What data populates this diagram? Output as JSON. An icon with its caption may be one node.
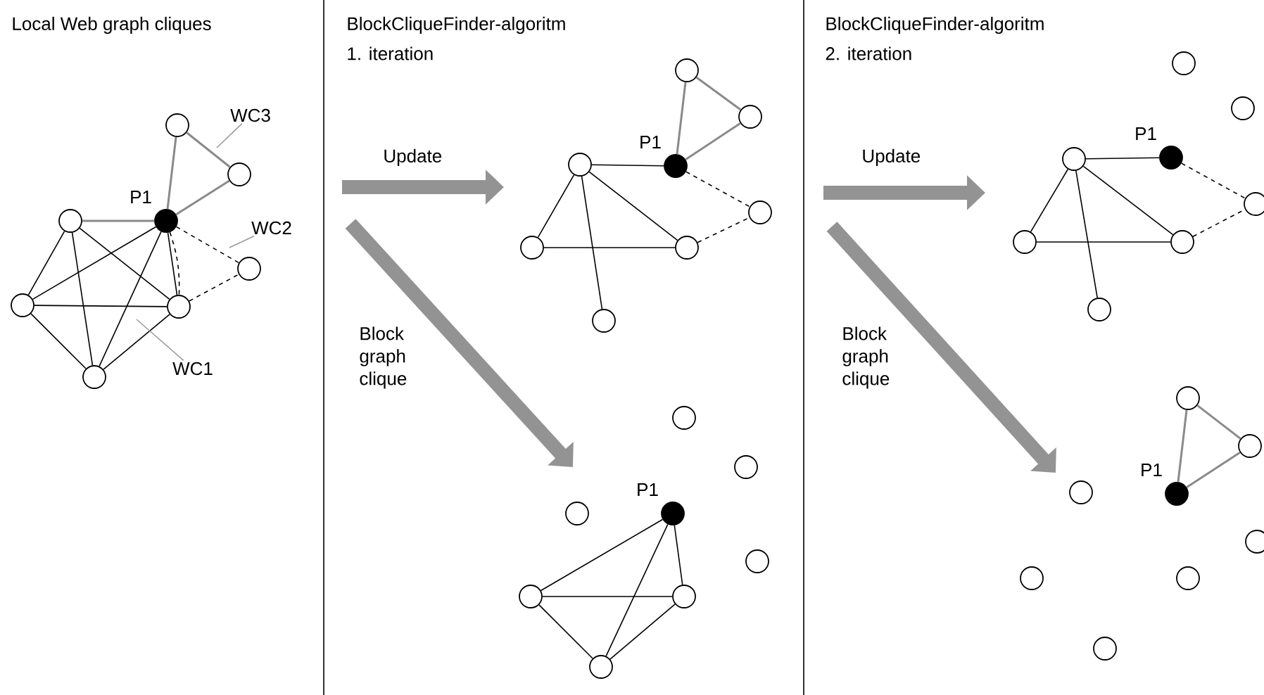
{
  "diagram": {
    "nodes": [
      {
        "text": [],
        "shape": "circle"
      },
      {
        "text": [],
        "shape": "circle"
      },
      {
        "text": [],
        "shape": "dot",
        "beside": [
          "P1"
        ]
      },
      {
        "text": [],
        "shape": "circle"
      },
      {
        "text": [],
        "shape": "circle"
      },
      {
        "text": [],
        "shape": "circle"
      },
      {
        "text": [],
        "shape": "circle"
      },
      {
        "text": [],
        "shape": "circle"
      },
      {
        "text": [
          "WC3"
        ]
      },
      {
        "text": [
          "WC2"
        ]
      },
      {
        "text": [
          "WC1"
        ]
      },
      {
        "text": [],
        "shape": "circle"
      },
      {
        "text": [],
        "shape": "circle"
      },
      {
        "text": [],
        "shape": "dot",
        "beside": [
          "P1"
        ]
      },
      {
        "text": [],
        "shape": "circle"
      },
      {
        "text": [],
        "shape": "circle"
      },
      {
        "text": [],
        "shape": "circle"
      },
      {
        "text": [],
        "shape": "circle"
      },
      {
        "text": [],
        "shape": "circle"
      },
      {
        "text": [],
        "shape": "circle"
      },
      {
        "text": [],
        "shape": "circle"
      },
      {
        "text": [],
        "shape": "circle"
      },
      {
        "text": [],
        "shape": "dot",
        "beside": [
          "P1"
        ]
      },
      {
        "text": [],
        "shape": "circle"
      },
      {
        "text": [],
        "shape": "circle"
      },
      {
        "text": [],
        "shape": "circle"
      },
      {
        "text": [],
        "shape": "circle"
      },
      {
        "text": [],
        "shape": "circle"
      },
      {
        "text": [],
        "shape": "circle"
      },
      {
        "text": [],
        "shape": "dot",
        "beside": [
          "P1"
        ]
      },
      {
        "text": [],
        "shape": "circle"
      },
      {
        "text": [],
        "shape": "circle"
      },
      {
        "text": [],
        "shape": "circle"
      },
      {
        "text": [],
        "shape": "circle"
      },
      {
        "text": [],
        "shape": "circle"
      },
      {
        "text": [],
        "shape": "circle"
      },
      {
        "text": [],
        "shape": "circle"
      },
      {
        "text": [],
        "shape": "dot",
        "beside": [
          "P1"
        ]
      },
      {
        "text": [],
        "shape": "circle"
      },
      {
        "text": [],
        "shape": "circle"
      },
      {
        "text": [],
        "shape": "circle"
      },
      {
        "text": [],
        "shape": "circle"
      },
      {
        "text": [],
        "shape": "circle"
      }
    ],
    "edges": [
      {
        "from": 0,
        "to": 1,
        "arrow": "none",
        "color": "#8a8a8a"
      },
      {
        "from": 0,
        "to": 2,
        "arrow": "none",
        "color": "#8a8a8a"
      },
      {
        "from": 1,
        "to": 2,
        "arrow": "none",
        "color": "#8a8a8a"
      },
      {
        "from": 3,
        "to": 2,
        "arrow": "none",
        "color": "#8a8a8a"
      },
      {
        "from": 3,
        "to": 5,
        "arrow": "none"
      },
      {
        "from": 3,
        "to": 7,
        "arrow": "none"
      },
      {
        "from": 3,
        "to": 6,
        "arrow": "none"
      },
      {
        "from": 5,
        "to": 6,
        "arrow": "none"
      },
      {
        "from": 5,
        "to": 2,
        "arrow": "none"
      },
      {
        "from": 5,
        "to": 7,
        "arrow": "none"
      },
      {
        "from": 7,
        "to": 2,
        "arrow": "none"
      },
      {
        "from": 7,
        "to": 6,
        "arrow": "none"
      },
      {
        "from": 2,
        "to": 6,
        "arrow": "none"
      },
      {
        "from": 2,
        "to": 6,
        "arrow": "none",
        "style": "dashed"
      },
      {
        "from": 2,
        "to": 4,
        "arrow": "none",
        "style": "dashed"
      },
      {
        "from": 6,
        "to": 4,
        "arrow": "none",
        "style": "dashed"
      },
      {
        "from": 8,
        "to": null,
        "arrow": "none",
        "color": "#9a9a9a"
      },
      {
        "from": 9,
        "to": null,
        "arrow": "none",
        "color": "#9a9a9a"
      },
      {
        "from": 10,
        "to": null,
        "arrow": "none",
        "color": "#9a9a9a"
      },
      {
        "from": 11,
        "to": 12,
        "arrow": "none",
        "color": "#8a8a8a"
      },
      {
        "from": 11,
        "to": 13,
        "arrow": "none",
        "color": "#8a8a8a"
      },
      {
        "from": 12,
        "to": 13,
        "arrow": "none",
        "color": "#8a8a8a"
      },
      {
        "from": 14,
        "to": 13,
        "arrow": "none"
      },
      {
        "from": 14,
        "to": 16,
        "arrow": "none"
      },
      {
        "from": 14,
        "to": 17,
        "arrow": "none"
      },
      {
        "from": 14,
        "to": 18,
        "arrow": "none"
      },
      {
        "from": 16,
        "to": 17,
        "arrow": "none"
      },
      {
        "from": 13,
        "to": 15,
        "arrow": "none",
        "style": "dashed"
      },
      {
        "from": 17,
        "to": 15,
        "arrow": "none",
        "style": "dashed"
      },
      {
        "from": 22,
        "to": 24,
        "arrow": "none"
      },
      {
        "from": 22,
        "to": 26,
        "arrow": "none"
      },
      {
        "from": 22,
        "to": 25,
        "arrow": "none"
      },
      {
        "from": 24,
        "to": 25,
        "arrow": "none"
      },
      {
        "from": 24,
        "to": 26,
        "arrow": "none"
      },
      {
        "from": 25,
        "to": 26,
        "arrow": "none"
      },
      {
        "from": 30,
        "to": 29,
        "arrow": "none"
      },
      {
        "from": 30,
        "to": 32,
        "arrow": "none"
      },
      {
        "from": 30,
        "to": 33,
        "arrow": "none"
      },
      {
        "from": 30,
        "to": 34,
        "arrow": "none"
      },
      {
        "from": 32,
        "to": 33,
        "arrow": "none"
      },
      {
        "from": 29,
        "to": 31,
        "arrow": "none",
        "style": "dashed"
      },
      {
        "from": 33,
        "to": 31,
        "arrow": "none",
        "style": "dashed"
      },
      {
        "from": 35,
        "to": 36,
        "arrow": "none",
        "color": "#8a8a8a"
      },
      {
        "from": 35,
        "to": 37,
        "arrow": "none",
        "color": "#8a8a8a"
      },
      {
        "from": 36,
        "to": 37,
        "arrow": "none",
        "color": "#8a8a8a"
      }
    ],
    "labels": [
      "Local Web graph cliques",
      "BlockCliqueFinder-algoritm",
      "1. iteration",
      "Update",
      "Block graph clique",
      "BlockCliqueFinder-algoritm",
      "2. iteration",
      "Update",
      "Block graph clique"
    ]
  }
}
